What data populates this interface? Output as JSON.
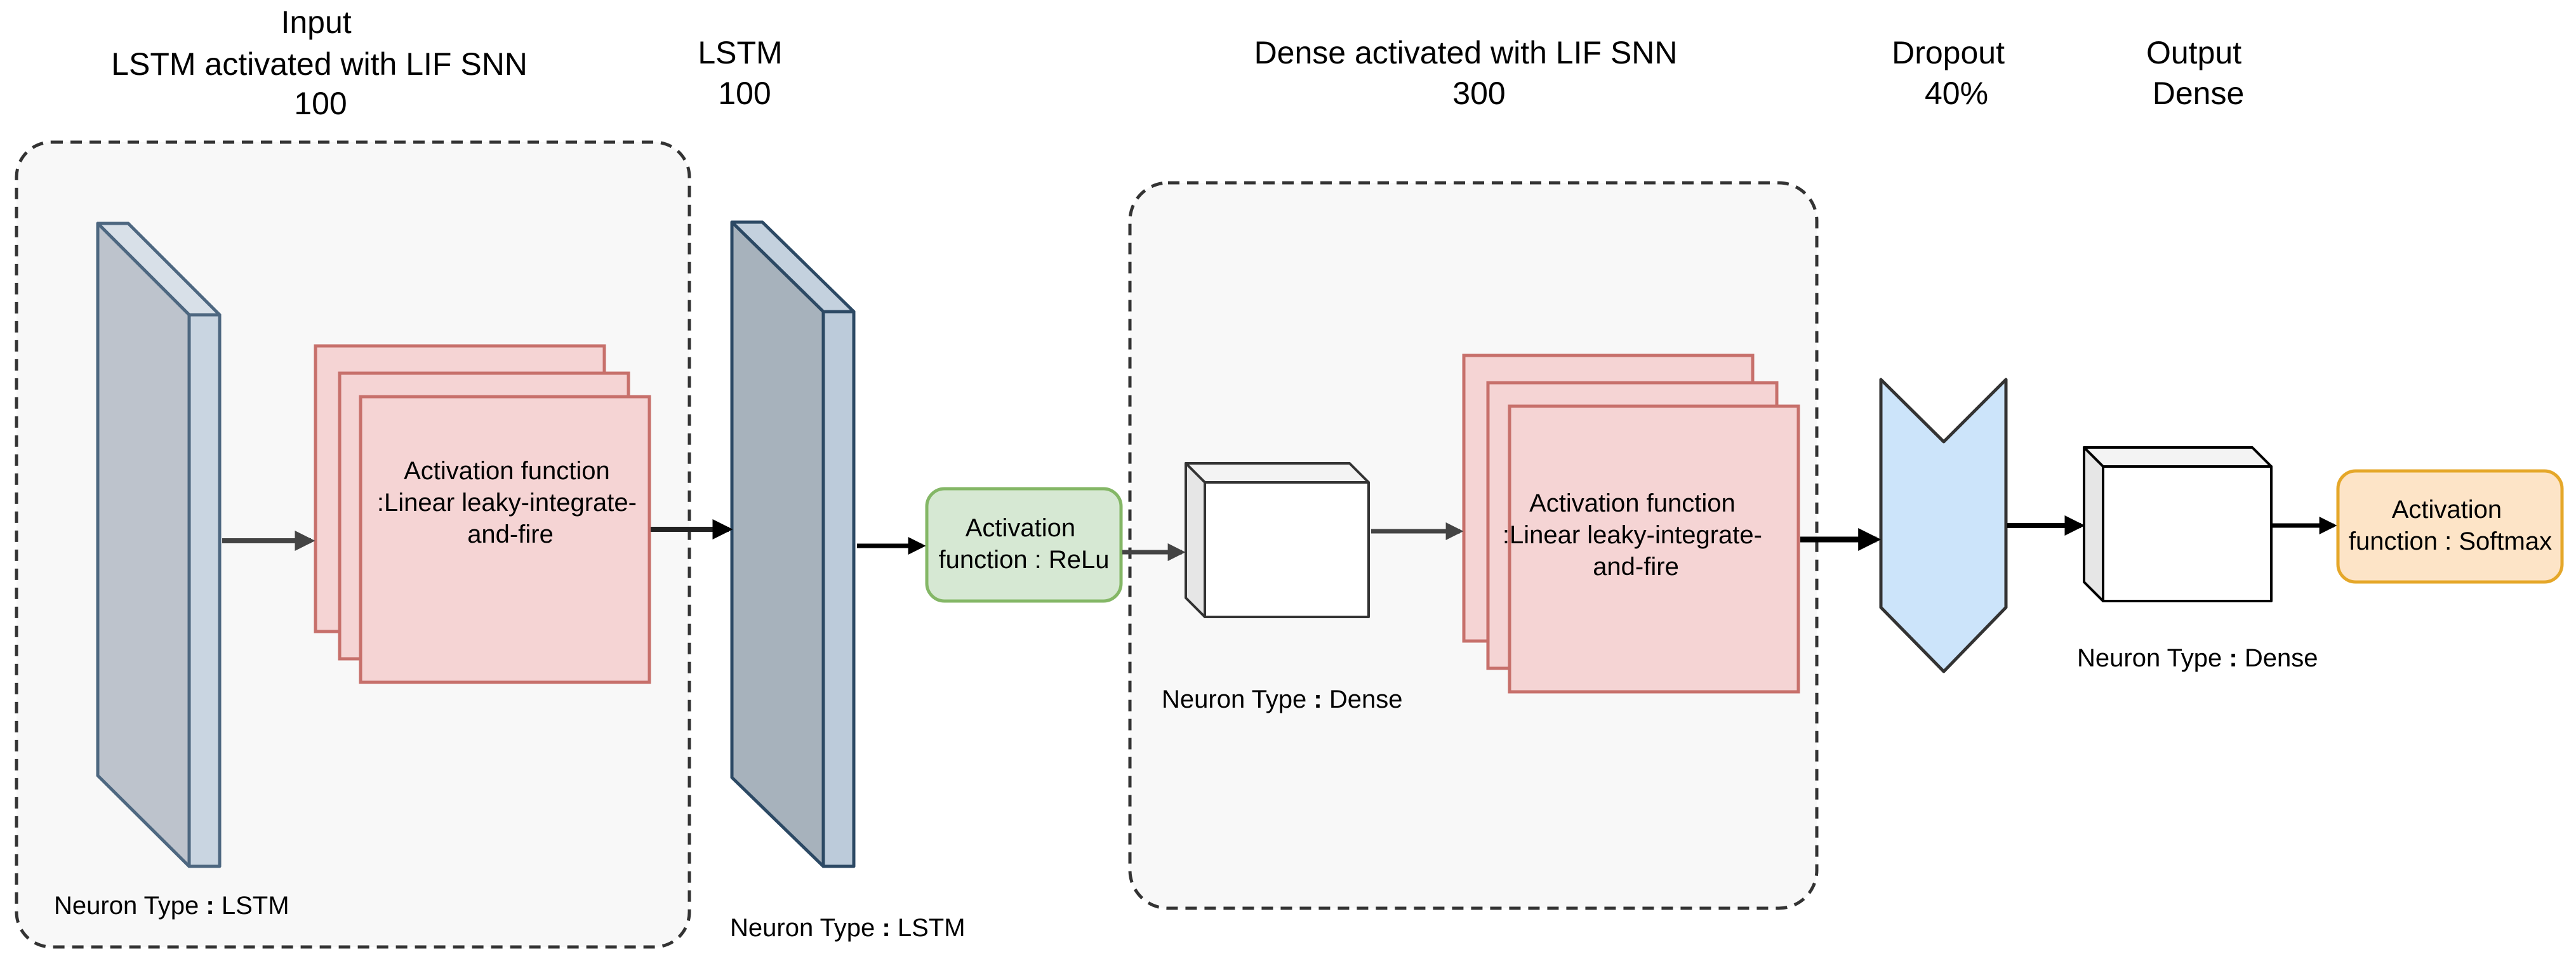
{
  "headers": {
    "input": [
      "Input",
      "LSTM activated with LIF SNN",
      "100"
    ],
    "lstm": [
      "LSTM",
      "100"
    ],
    "dense_lif": [
      "Dense activated with LIF SNN",
      "300"
    ],
    "dropout": [
      "Dropout",
      "40%"
    ],
    "output": [
      "Output",
      "Dense"
    ]
  },
  "neuron_labels": {
    "input_lstm": [
      "Neuron Type ",
      ": ",
      "LSTM"
    ],
    "lstm": [
      "Neuron Type ",
      ": ",
      "LSTM"
    ],
    "dense": [
      "Neuron Type ",
      ": ",
      "Dense"
    ],
    "output_dense": [
      "Neuron Type ",
      ": ",
      "Dense"
    ]
  },
  "activations": {
    "lif_1": [
      "Activation function",
      ":Linear leaky-integrate-",
      "and-fire"
    ],
    "relu": [
      "Activation",
      "function : ReLu"
    ],
    "lif_2": [
      "Activation function",
      ":Linear leaky-integrate-",
      "and-fire"
    ],
    "softmax": [
      "Activation",
      "function : Softmax"
    ]
  },
  "colors": {
    "input_lstm_face": "#bdc3cc",
    "input_lstm_side": "#c9d5e1",
    "lstm_face": "#a7b2bc",
    "lstm_side": "#bccbda",
    "layer_stroke": "#4d6780",
    "lif_fill": "#f5d4d4",
    "lif_stroke": "#c7706b",
    "relu_fill": "#d6e8d3",
    "relu_stroke": "#84b766",
    "dropout_fill": "#cce4fa",
    "softmax_fill": "#fde4c7",
    "softmax_stroke": "#e5a729",
    "group_fill": "#f8f8f8",
    "arrow_gray": "#444444",
    "arrow_black": "#000000"
  }
}
